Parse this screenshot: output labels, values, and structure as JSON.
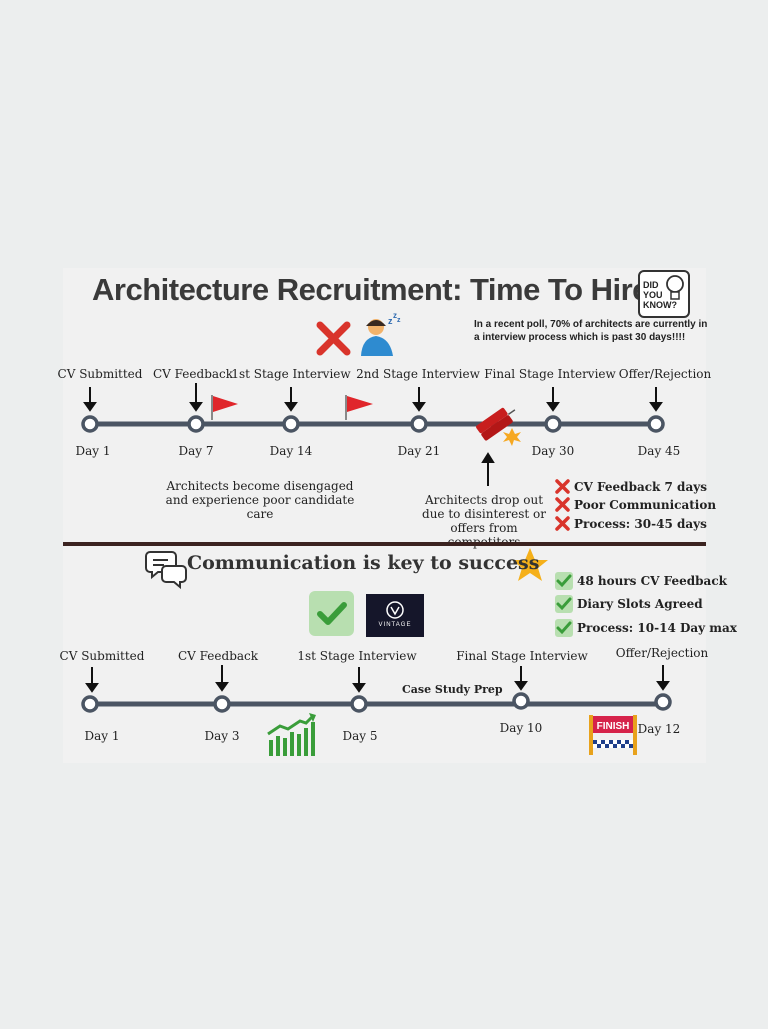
{
  "title": "Architecture Recruitment: Time To Hire",
  "did_you_know": {
    "line1": "DID",
    "line2": "YOU",
    "line3": "KNOW?"
  },
  "poll_text": "In a recent poll, 70% of architects are currently in a interview process which is past 30 days!!!!",
  "timeline1": {
    "stages": [
      "CV Submitted",
      "CV Feedback",
      "1st Stage Interview",
      "2nd Stage Interview",
      "Final Stage Interview",
      "Offer/Rejection"
    ],
    "days": [
      "Day 1",
      "Day 7",
      "Day 14",
      "Day 21",
      "Day 30",
      "Day 45"
    ],
    "note_disengaged": "Architects become disengaged and experience poor candidate care",
    "note_dropout": "Architects drop out due to disinterest or offers from competitors",
    "negatives": [
      "CV Feedback 7 days",
      "Poor Communication",
      "Process: 30-45 days"
    ]
  },
  "section2_title": "Communication is key to success",
  "positives": [
    "48 hours CV Feedback",
    "Diary Slots Agreed",
    "Process: 10-14 Day max"
  ],
  "vintage_logo": "VINTAGE",
  "timeline2": {
    "stages": [
      "CV Submitted",
      "CV Feedback",
      "1st Stage Interview",
      "Final Stage Interview",
      "Offer/Rejection"
    ],
    "days": [
      "Day 1",
      "Day 3",
      "Day 5",
      "Day 10",
      "Day 12"
    ],
    "case_study": "Case Study Prep"
  },
  "finish_text": "FINISH",
  "colors": {
    "line": "#4b5563",
    "red": "#d9342b",
    "green": "#3a9d3a",
    "flag": "#e0262b"
  },
  "icons": [
    "cross-icon",
    "sleeping-person-icon",
    "flag-icon",
    "dynamite-icon",
    "check-icon",
    "star-icon",
    "chat-bubbles-icon",
    "bar-chart-growth-icon",
    "finish-banner-icon",
    "lightbulb-icon"
  ]
}
